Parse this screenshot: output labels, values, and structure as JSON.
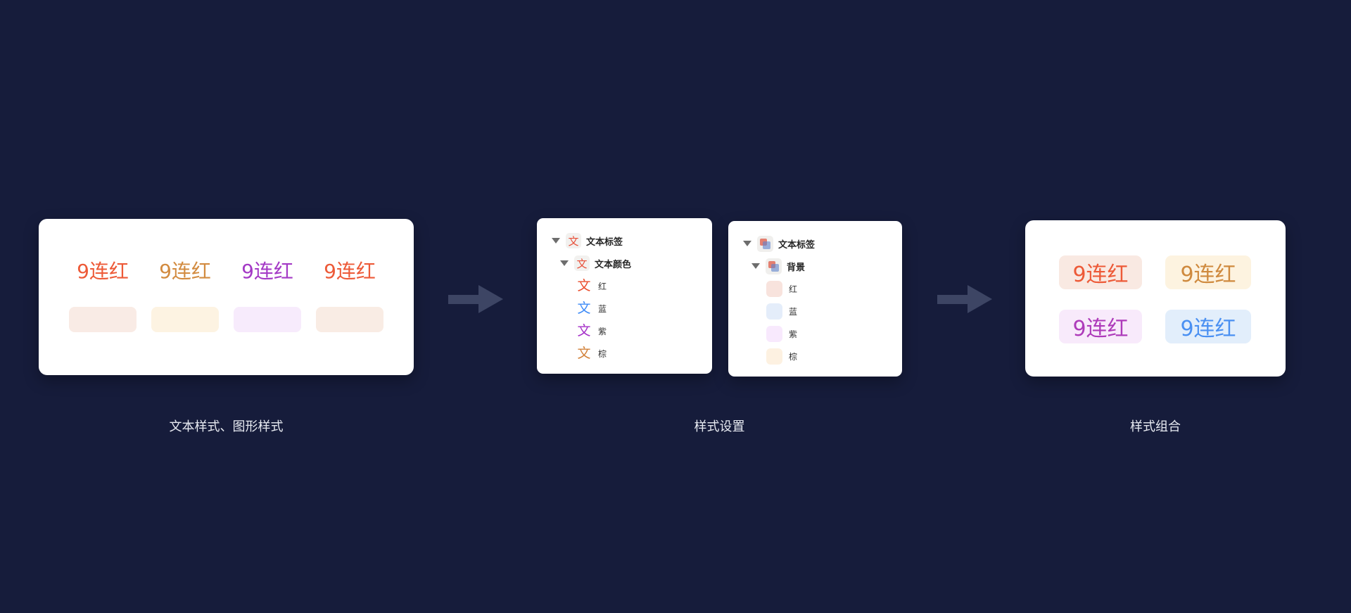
{
  "background_color": "#161c3b",
  "arrow_color": "#3d4564",
  "stage1": {
    "caption": "文本样式、图形样式",
    "items": [
      {
        "text": "9连红",
        "text_color": "#ed5a38",
        "swatch_color": "#f9ebe5"
      },
      {
        "text": "9连红",
        "text_color": "#d28b40",
        "swatch_color": "#fdf3e2"
      },
      {
        "text": "9连红",
        "text_color": "#a43ac6",
        "swatch_color": "#f7ebfc"
      },
      {
        "text": "9连红",
        "text_color": "#ed5a38",
        "swatch_color": "#f9ece4"
      }
    ]
  },
  "stage2": {
    "caption": "样式设置",
    "text_panel": {
      "icon_glyph": "文",
      "icon_color": "#e8503a",
      "root_label": "文本标签",
      "group_label": "文本颜色",
      "items": [
        {
          "glyph": "文",
          "color": "#ea4d2c",
          "label": "红"
        },
        {
          "glyph": "文",
          "color": "#3e8bf7",
          "label": "蓝"
        },
        {
          "glyph": "文",
          "color": "#a52fc8",
          "label": "紫"
        },
        {
          "glyph": "文",
          "color": "#d2823a",
          "label": "棕"
        }
      ]
    },
    "bg_panel": {
      "root_label": "文本标签",
      "group_label": "背景",
      "items": [
        {
          "swatch_color": "#f8e3dd",
          "label": "红"
        },
        {
          "swatch_color": "#e4edfa",
          "label": "蓝"
        },
        {
          "swatch_color": "#f8e9fd",
          "label": "紫"
        },
        {
          "swatch_color": "#fdf1e1",
          "label": "棕"
        }
      ]
    }
  },
  "stage3": {
    "caption": "样式组合",
    "badges": [
      {
        "text": "9连红",
        "text_color": "#ed5a38",
        "bg_color": "#f9e9e2"
      },
      {
        "text": "9连红",
        "text_color": "#cf8a3e",
        "bg_color": "#fdf3e0"
      },
      {
        "text": "9连红",
        "text_color": "#ae3bba",
        "bg_color": "#f8eafb"
      },
      {
        "text": "9连红",
        "text_color": "#4a90f2",
        "bg_color": "#e2eefb"
      }
    ]
  }
}
